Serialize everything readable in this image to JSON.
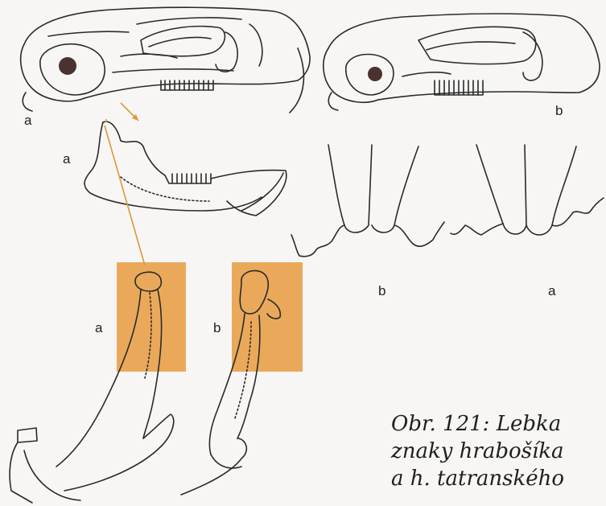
{
  "labels": {
    "skull_left": "a",
    "skull_right": "b",
    "jaw": "a",
    "incisor_b": "b",
    "incisor_a": "a",
    "process_a": "a",
    "process_b": "b"
  },
  "caption": {
    "line1": "Obr. 121: Lebka",
    "line2": "znaky hrabošíka",
    "line3": "a h. tatranského"
  },
  "colors": {
    "highlight": "#e8a24c",
    "pointer": "#d99a3a",
    "ink": "#2a2a2a",
    "eye": "#4a3230"
  }
}
